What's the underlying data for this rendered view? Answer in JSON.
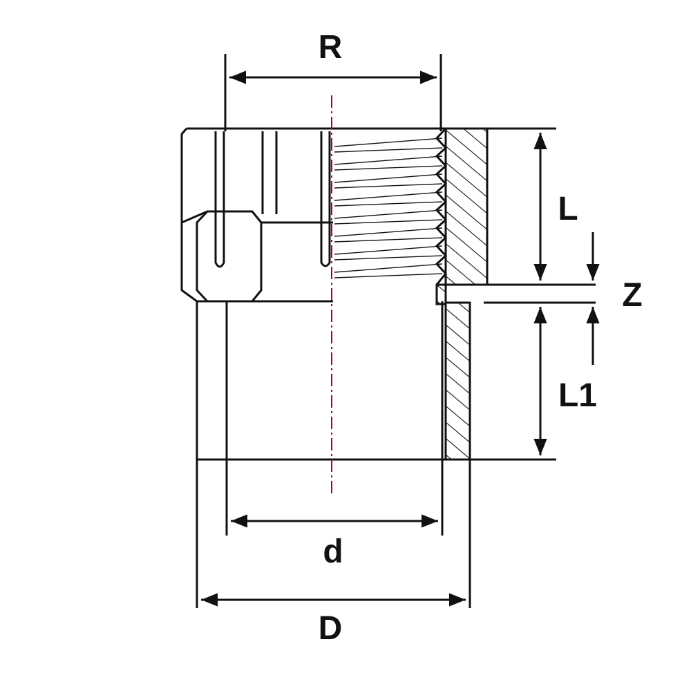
{
  "diagram": {
    "labels": {
      "R": "R",
      "L": "L",
      "Z": "Z",
      "L1": "L1",
      "d": "d",
      "D": "D"
    },
    "colors": {
      "line": "#111111",
      "centerline": "#b0001e",
      "background": "#ffffff"
    }
  }
}
